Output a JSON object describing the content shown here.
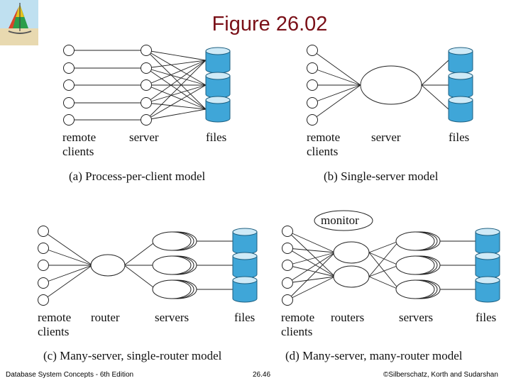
{
  "title": "Figure 26.02",
  "panels": {
    "a": {
      "remote": "remote",
      "clients": "clients",
      "server": "server",
      "files": "files",
      "caption": "(a) Process-per-client model"
    },
    "b": {
      "remote": "remote",
      "clients": "clients",
      "server": "server",
      "files": "files",
      "caption": "(b) Single-server model"
    },
    "c": {
      "remote": "remote",
      "clients": "clients",
      "router": "router",
      "servers": "servers",
      "files": "files",
      "caption": "(c) Many-server, single-router model"
    },
    "d": {
      "monitor": "monitor",
      "remote": "remote",
      "clients": "clients",
      "routers": "routers",
      "servers": "servers",
      "files": "files",
      "caption": "(d) Many-server, many-router model"
    }
  },
  "footer": {
    "left": "Database System Concepts - 6th Edition",
    "center": "26.46",
    "right": "©Silberschatz, Korth and Sudarshan"
  },
  "colors": {
    "title": "#7a1018",
    "cylinder_side": "#3fa6d8",
    "cylinder_top": "#cfeaf7"
  }
}
